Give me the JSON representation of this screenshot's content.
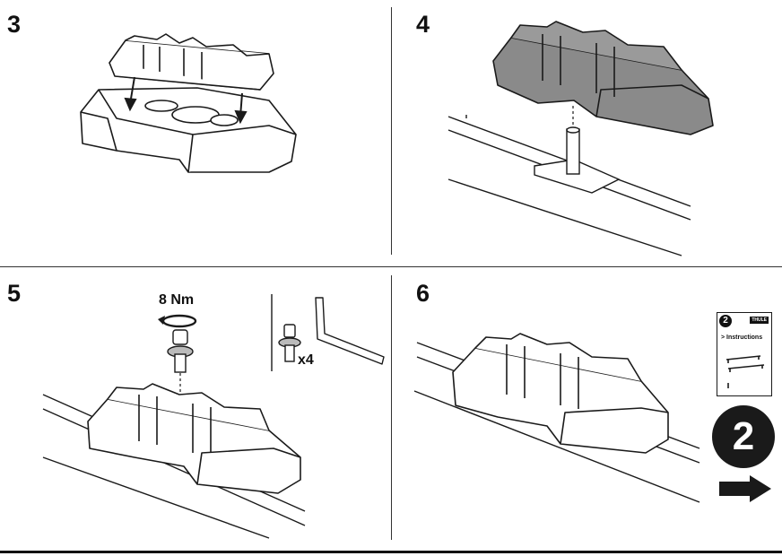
{
  "steps": [
    {
      "number": "3"
    },
    {
      "number": "4"
    },
    {
      "number": "5",
      "torque": "8 Nm",
      "quantity": "x4"
    },
    {
      "number": "6",
      "next_step": {
        "number": "2",
        "booklet_step": "2",
        "booklet_brand": "THULE",
        "booklet_link": "> Instructions"
      }
    }
  ],
  "colors": {
    "ink": "#1a1a1a",
    "fill_dark": "#8a8a8a",
    "fill_light": "#ffffff"
  }
}
